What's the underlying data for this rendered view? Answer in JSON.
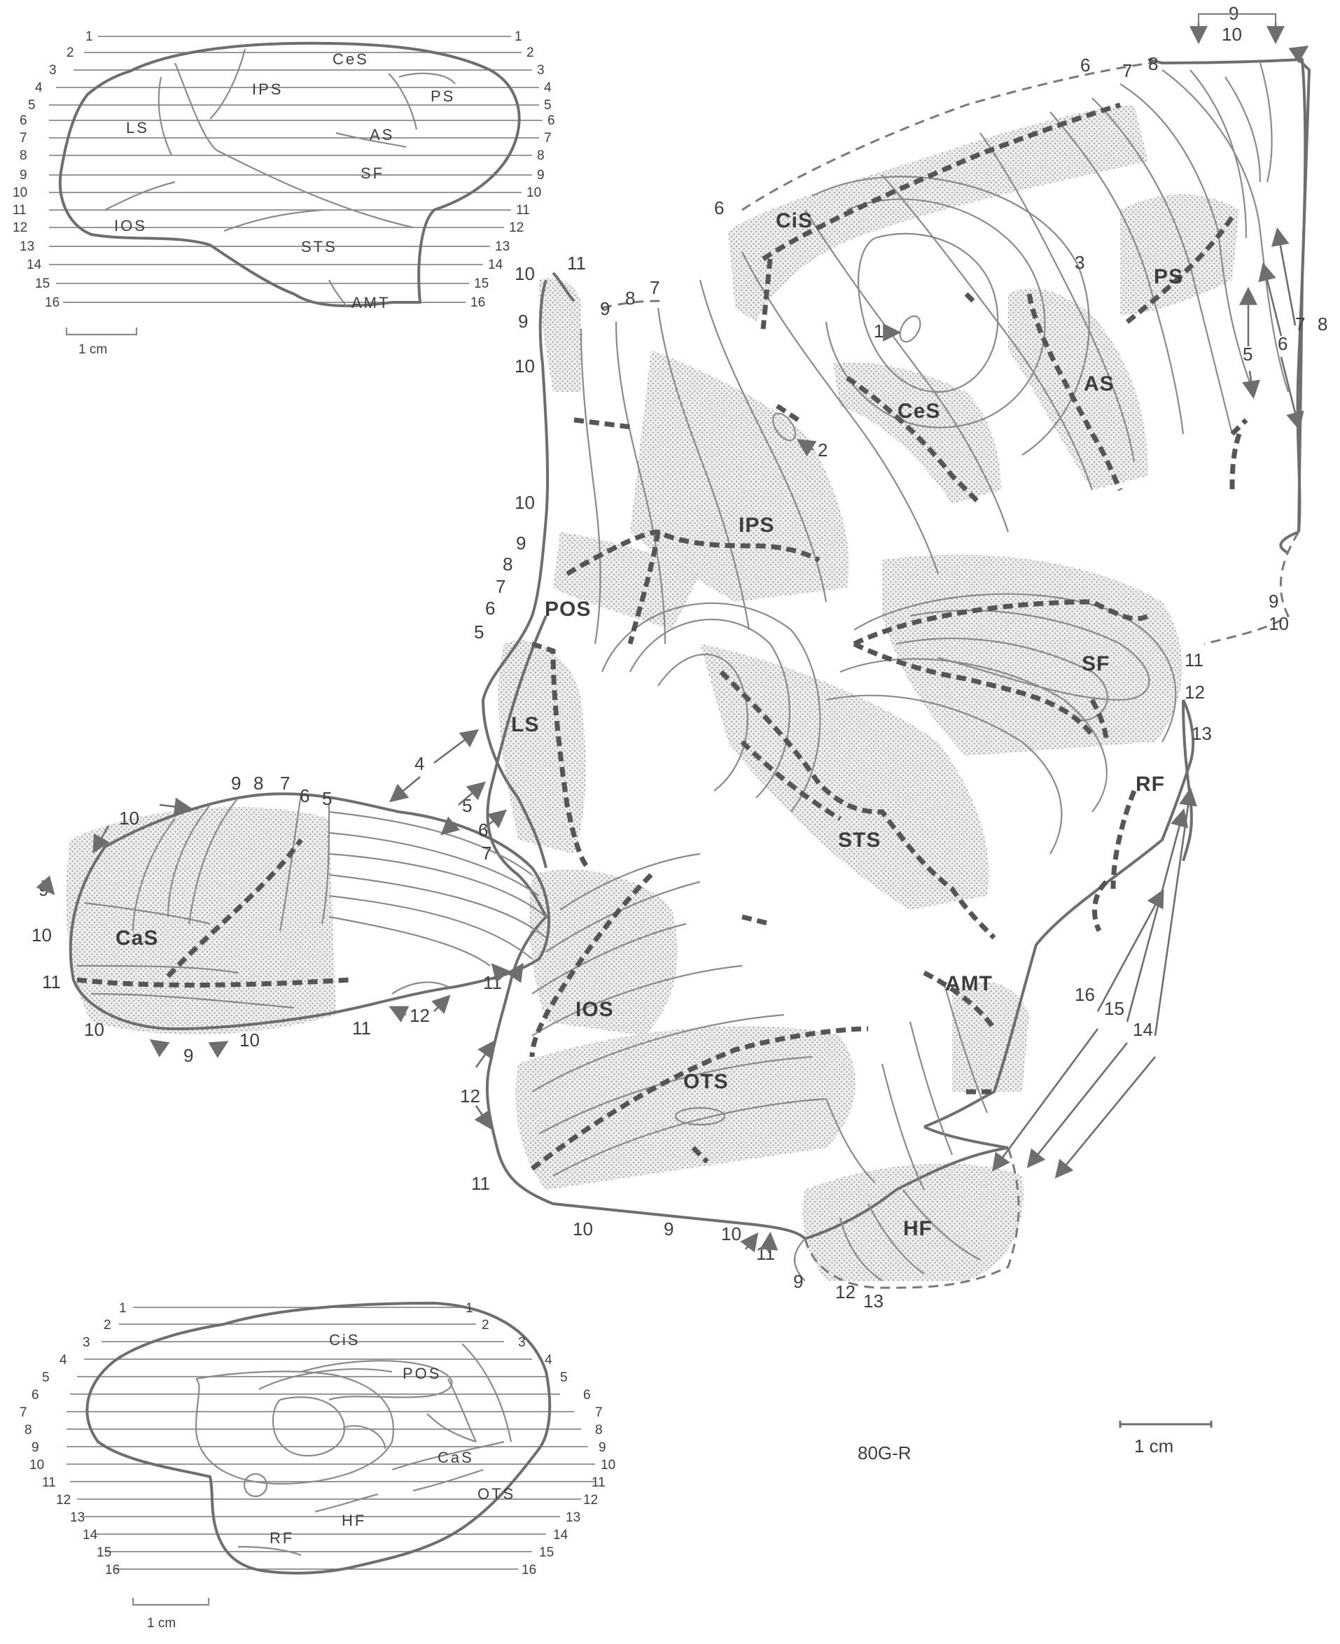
{
  "flatmap": {
    "sulci": {
      "cis": "CiS",
      "ps": "PS",
      "ces": "CeS",
      "as": "AS",
      "ips": "IPS",
      "pos": "POS",
      "sf": "SF",
      "ls": "LS",
      "sts": "STS",
      "rf": "RF",
      "cas": "CaS",
      "amt": "AMT",
      "ios": "IOS",
      "ots": "OTS",
      "hf": "HF"
    },
    "markers": {
      "one": "1",
      "two": "2",
      "three": "3"
    },
    "specimen_label": "80G-R",
    "scale_label": "1 cm"
  },
  "lateral_view": {
    "labels": {
      "ces": "CeS",
      "ips": "IPS",
      "ps": "PS",
      "ls": "LS",
      "as": "AS",
      "sf": "SF",
      "ios": "IOS",
      "sts": "STS",
      "amt": "AMT"
    },
    "levels": [
      "1",
      "2",
      "3",
      "4",
      "5",
      "6",
      "7",
      "8",
      "9",
      "10",
      "11",
      "12",
      "13",
      "14",
      "15",
      "16"
    ],
    "scale_label": "1 cm"
  },
  "medial_view": {
    "labels": {
      "cis": "CiS",
      "pos": "POS",
      "cas": "CaS",
      "ots": "OTS",
      "hf": "HF",
      "rf": "RF"
    },
    "levels": [
      "1",
      "2",
      "3",
      "4",
      "5",
      "6",
      "7",
      "8",
      "9",
      "10",
      "11",
      "12",
      "13",
      "14",
      "15",
      "16"
    ],
    "scale_label": "1 cm"
  },
  "edge_numbers": {
    "n1": "1",
    "n2": "2",
    "n3": "3",
    "n4": "4",
    "n5": "5",
    "n6": "6",
    "n7": "7",
    "n8": "8",
    "n9": "9",
    "n10": "10",
    "n11": "11",
    "n12": "12",
    "n13": "13",
    "n14": "14",
    "n15": "15",
    "n16": "16"
  }
}
